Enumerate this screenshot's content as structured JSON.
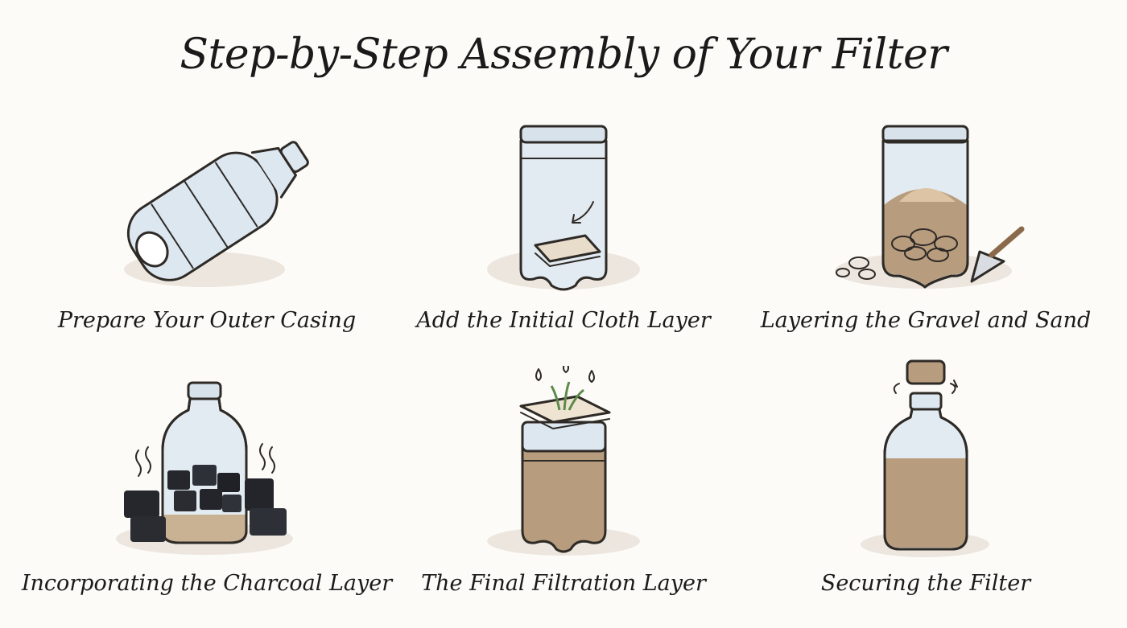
{
  "title": "Step-by-Step Assembly of Your Filter",
  "steps": [
    {
      "caption": "Prepare Your Outer Casing",
      "icon": "tilted-bottle-icon"
    },
    {
      "caption": "Add the Initial Cloth Layer",
      "icon": "jar-with-cloth-icon"
    },
    {
      "caption": "Layering the Gravel and Sand",
      "icon": "jar-with-gravel-sand-icon"
    },
    {
      "caption": "Incorporating the Charcoal Layer",
      "icon": "bottle-with-charcoal-icon"
    },
    {
      "caption": "The Final Filtration Layer",
      "icon": "jar-with-filter-top-icon"
    },
    {
      "caption": "Securing the Filter",
      "icon": "bottle-with-cap-icon"
    }
  ],
  "colors": {
    "background": "#fcfbf8",
    "glass": "#dde7f0",
    "sand": "#b89c7e",
    "charcoal": "#25272d",
    "water": "#8fb6d6",
    "shadow": "#ece6de"
  }
}
